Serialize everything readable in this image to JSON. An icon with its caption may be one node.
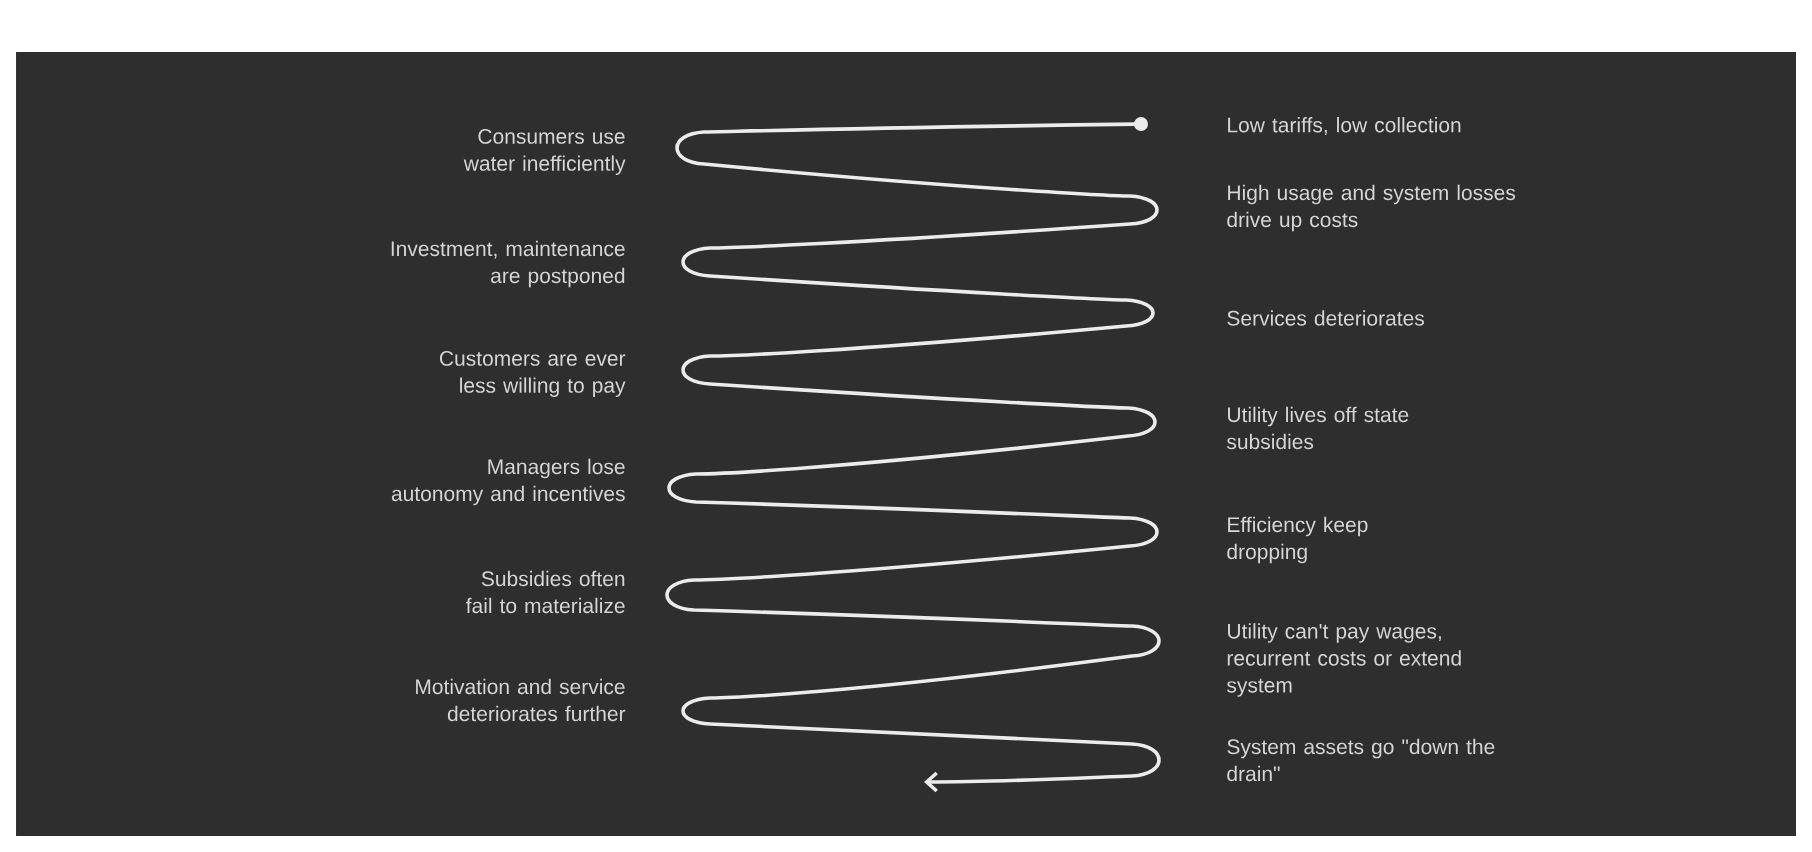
{
  "diagram": {
    "labels": [
      "Low tariffs, low collection",
      "Consumers use water inefficiently",
      "High usage and system losses drive up costs",
      "Investment, maintenance are postponed",
      "Services deteriorates",
      "Customers are ever less willing to pay",
      "Utility lives off state subsidies",
      "Managers lose autonomy and incentives",
      "Efficiency keep dropping",
      "Subsidies often fail to materialize",
      "Utility can't pay wages, recurrent costs or extend system",
      "Motivation and service deteriorates further",
      "System assets go \"down the drain\""
    ]
  }
}
